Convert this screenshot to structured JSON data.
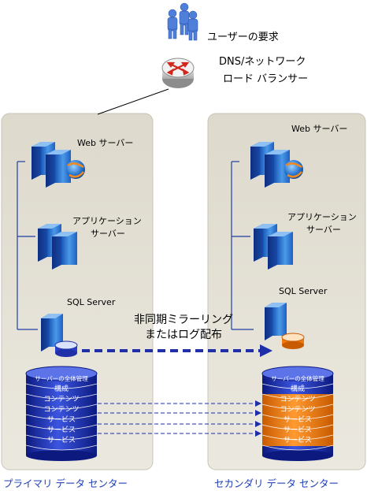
{
  "users": {
    "label": "ユーザーの要求"
  },
  "load_balancer": {
    "label_line1": "DNS/ネットワーク",
    "label_line2": "ロード バランサー"
  },
  "primary": {
    "name": "プライマリ データ センター",
    "web_server": "Web サーバー",
    "app_server_line1": "アプリケーション",
    "app_server_line2": "サーバー",
    "sql_server": "SQL Server",
    "db_stack": [
      "サーバーの全体管理",
      "構成",
      "コンテンツ",
      "コンテンツ",
      "サービス",
      "サービス",
      "サービス"
    ]
  },
  "secondary": {
    "name": "セカンダリ データ センター",
    "web_server": "Web サーバー",
    "app_server_line1": "アプリケーション",
    "app_server_line2": "サーバー",
    "sql_server": "SQL Server",
    "db_stack": [
      "サーバーの全体管理",
      "構成",
      "コンテンツ",
      "コンテンツ",
      "サービス",
      "サービス",
      "サービス"
    ]
  },
  "replication": {
    "label_line1": "非同期ミラーリング",
    "label_line2": "またはログ配布"
  },
  "colors": {
    "panel": "#e3dfd3",
    "blue_dark": "#15239c",
    "blue_mid": "#2c48d4",
    "orange": "#f07a10",
    "server_blue": "#2f7fd8"
  }
}
